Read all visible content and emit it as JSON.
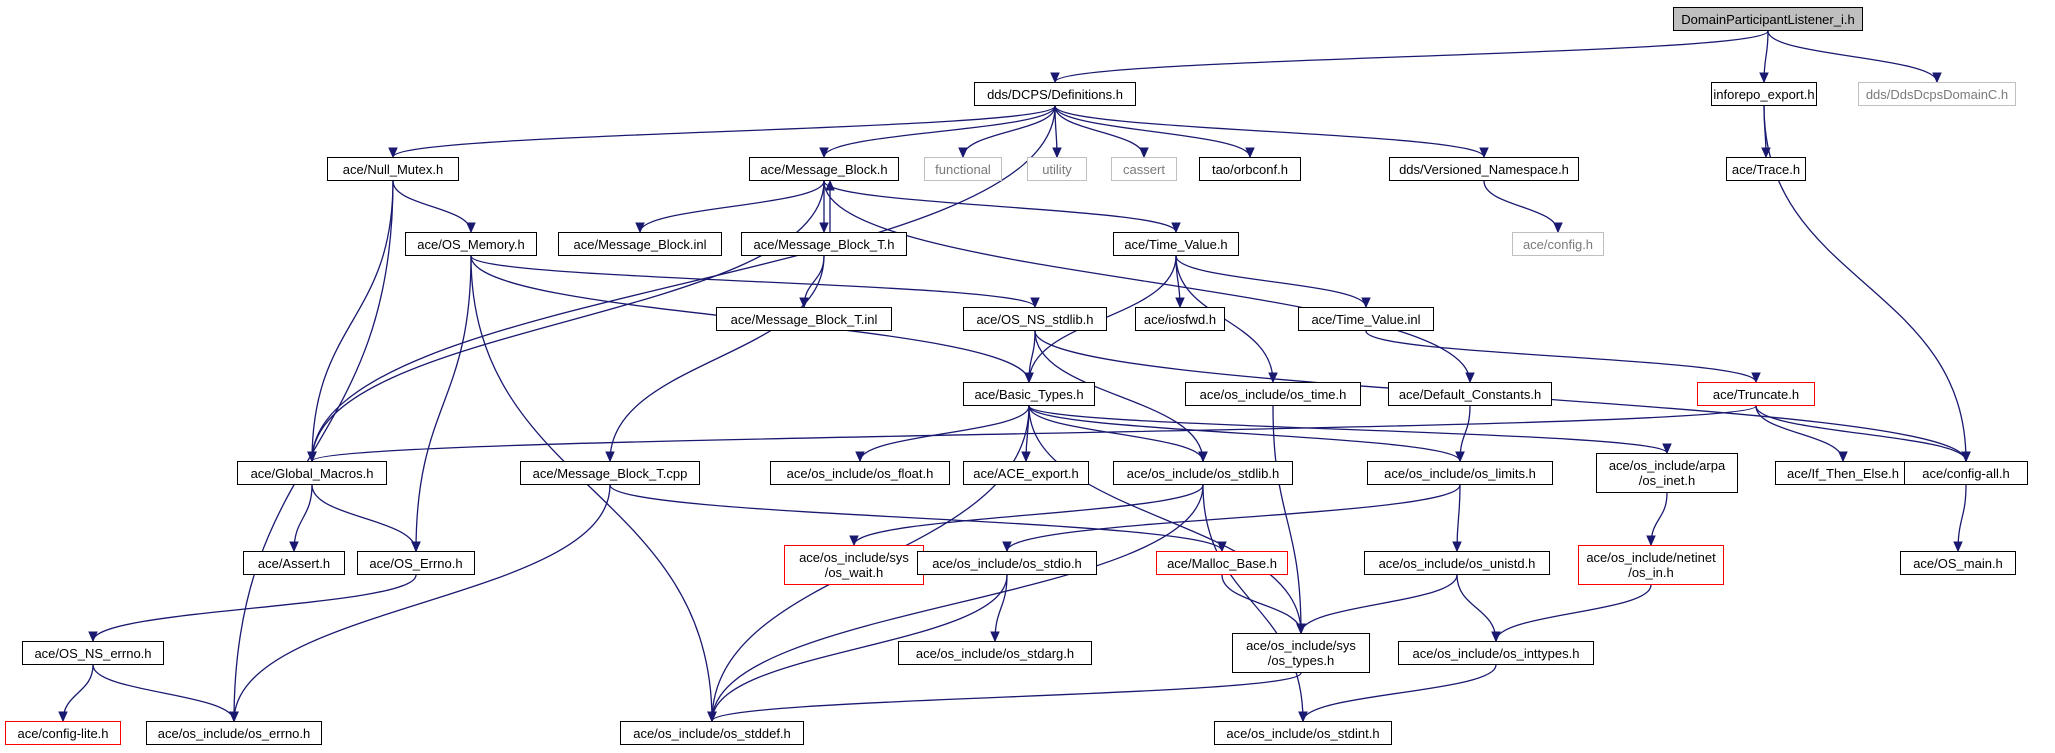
{
  "colors": {
    "edge": "#191970",
    "root_fill": "#bfbfbf",
    "normal_border": "#000000",
    "external_border": "#bfbfbf",
    "truncated_border": "#ff0000"
  },
  "nodes": [
    {
      "id": "root",
      "label": "DomainParticipantListener_i.h",
      "kind": "root"
    },
    {
      "id": "definitions",
      "label": "dds/DCPS/Definitions.h",
      "kind": "normal"
    },
    {
      "id": "inforepo_export",
      "label": "inforepo_export.h",
      "kind": "normal"
    },
    {
      "id": "ddsdcpsdomainc",
      "label": "dds/DdsDcpsDomainC.h",
      "kind": "external"
    },
    {
      "id": "null_mutex",
      "label": "ace/Null_Mutex.h",
      "kind": "normal"
    },
    {
      "id": "message_block",
      "label": "ace/Message_Block.h",
      "kind": "normal"
    },
    {
      "id": "functional",
      "label": "functional",
      "kind": "external"
    },
    {
      "id": "utility",
      "label": "utility",
      "kind": "external"
    },
    {
      "id": "cassert",
      "label": "cassert",
      "kind": "external"
    },
    {
      "id": "orbconf",
      "label": "tao/orbconf.h",
      "kind": "normal"
    },
    {
      "id": "versioned_ns",
      "label": "dds/Versioned_Namespace.h",
      "kind": "normal"
    },
    {
      "id": "trace",
      "label": "ace/Trace.h",
      "kind": "normal"
    },
    {
      "id": "config",
      "label": "ace/config.h",
      "kind": "external"
    },
    {
      "id": "os_memory",
      "label": "ace/OS_Memory.h",
      "kind": "normal"
    },
    {
      "id": "message_block_inl",
      "label": "ace/Message_Block.inl",
      "kind": "normal"
    },
    {
      "id": "message_block_t",
      "label": "ace/Message_Block_T.h",
      "kind": "normal"
    },
    {
      "id": "time_value",
      "label": "ace/Time_Value.h",
      "kind": "normal"
    },
    {
      "id": "message_block_t_inl",
      "label": "ace/Message_Block_T.inl",
      "kind": "normal"
    },
    {
      "id": "os_ns_stdlib",
      "label": "ace/OS_NS_stdlib.h",
      "kind": "normal"
    },
    {
      "id": "iosfwd",
      "label": "ace/iosfwd.h",
      "kind": "normal"
    },
    {
      "id": "time_value_inl",
      "label": "ace/Time_Value.inl",
      "kind": "normal"
    },
    {
      "id": "basic_types",
      "label": "ace/Basic_Types.h",
      "kind": "normal"
    },
    {
      "id": "os_time",
      "label": "ace/os_include/os_time.h",
      "kind": "normal"
    },
    {
      "id": "default_constants",
      "label": "ace/Default_Constants.h",
      "kind": "normal"
    },
    {
      "id": "truncate",
      "label": "ace/Truncate.h",
      "kind": "truncated"
    },
    {
      "id": "global_macros",
      "label": "ace/Global_Macros.h",
      "kind": "normal"
    },
    {
      "id": "message_block_t_cpp",
      "label": "ace/Message_Block_T.cpp",
      "kind": "normal"
    },
    {
      "id": "os_float",
      "label": "ace/os_include/os_float.h",
      "kind": "normal"
    },
    {
      "id": "ace_export",
      "label": "ace/ACE_export.h",
      "kind": "normal"
    },
    {
      "id": "os_stdlib",
      "label": "ace/os_include/os_stdlib.h",
      "kind": "normal"
    },
    {
      "id": "os_limits",
      "label": "ace/os_include/os_limits.h",
      "kind": "normal"
    },
    {
      "id": "os_inet",
      "label": "ace/os_include/arpa\n/os_inet.h",
      "kind": "normal"
    },
    {
      "id": "if_then_else",
      "label": "ace/If_Then_Else.h",
      "kind": "normal"
    },
    {
      "id": "config_all",
      "label": "ace/config-all.h",
      "kind": "normal"
    },
    {
      "id": "assert",
      "label": "ace/Assert.h",
      "kind": "normal"
    },
    {
      "id": "os_errno_h",
      "label": "ace/OS_Errno.h",
      "kind": "normal"
    },
    {
      "id": "os_wait",
      "label": "ace/os_include/sys\n/os_wait.h",
      "kind": "truncated"
    },
    {
      "id": "os_stdio",
      "label": "ace/os_include/os_stdio.h",
      "kind": "normal"
    },
    {
      "id": "malloc_base",
      "label": "ace/Malloc_Base.h",
      "kind": "truncated"
    },
    {
      "id": "os_unistd",
      "label": "ace/os_include/os_unistd.h",
      "kind": "normal"
    },
    {
      "id": "os_in",
      "label": "ace/os_include/netinet\n/os_in.h",
      "kind": "truncated"
    },
    {
      "id": "os_main",
      "label": "ace/OS_main.h",
      "kind": "normal"
    },
    {
      "id": "os_ns_errno",
      "label": "ace/OS_NS_errno.h",
      "kind": "normal"
    },
    {
      "id": "os_stdarg",
      "label": "ace/os_include/os_stdarg.h",
      "kind": "normal"
    },
    {
      "id": "os_types",
      "label": "ace/os_include/sys\n/os_types.h",
      "kind": "normal"
    },
    {
      "id": "os_inttypes",
      "label": "ace/os_include/os_inttypes.h",
      "kind": "normal"
    },
    {
      "id": "config_lite",
      "label": "ace/config-lite.h",
      "kind": "truncated"
    },
    {
      "id": "os_errno_inc",
      "label": "ace/os_include/os_errno.h",
      "kind": "normal"
    },
    {
      "id": "os_stddef",
      "label": "ace/os_include/os_stddef.h",
      "kind": "normal"
    },
    {
      "id": "os_stdint",
      "label": "ace/os_include/os_stdint.h",
      "kind": "normal"
    }
  ],
  "edges": [
    [
      "root",
      "definitions"
    ],
    [
      "root",
      "inforepo_export"
    ],
    [
      "root",
      "ddsdcpsdomainc"
    ],
    [
      "definitions",
      "null_mutex"
    ],
    [
      "definitions",
      "message_block"
    ],
    [
      "definitions",
      "functional"
    ],
    [
      "definitions",
      "utility"
    ],
    [
      "definitions",
      "cassert"
    ],
    [
      "definitions",
      "orbconf"
    ],
    [
      "definitions",
      "versioned_ns"
    ],
    [
      "definitions",
      "global_macros"
    ],
    [
      "inforepo_export",
      "trace"
    ],
    [
      "inforepo_export",
      "config_all"
    ],
    [
      "versioned_ns",
      "config"
    ],
    [
      "null_mutex",
      "os_memory"
    ],
    [
      "null_mutex",
      "global_macros"
    ],
    [
      "null_mutex",
      "os_errno_inc"
    ],
    [
      "message_block",
      "message_block_inl"
    ],
    [
      "message_block",
      "message_block_t"
    ],
    [
      "message_block",
      "time_value"
    ],
    [
      "message_block",
      "default_constants"
    ],
    [
      "message_block",
      "global_macros"
    ],
    [
      "message_block_t",
      "message_block"
    ],
    [
      "message_block_t",
      "message_block_t_inl"
    ],
    [
      "message_block_t",
      "message_block_t_cpp"
    ],
    [
      "os_memory",
      "os_ns_stdlib"
    ],
    [
      "os_memory",
      "basic_types"
    ],
    [
      "os_memory",
      "os_errno_h"
    ],
    [
      "os_memory",
      "os_stddef"
    ],
    [
      "time_value",
      "iosfwd"
    ],
    [
      "time_value",
      "time_value_inl"
    ],
    [
      "time_value",
      "os_time"
    ],
    [
      "time_value",
      "basic_types"
    ],
    [
      "time_value_inl",
      "truncate"
    ],
    [
      "os_ns_stdlib",
      "basic_types"
    ],
    [
      "os_ns_stdlib",
      "os_stdlib"
    ],
    [
      "os_ns_stdlib",
      "config_all"
    ],
    [
      "basic_types",
      "os_float"
    ],
    [
      "basic_types",
      "ace_export"
    ],
    [
      "basic_types",
      "os_stdlib"
    ],
    [
      "basic_types",
      "os_limits"
    ],
    [
      "basic_types",
      "os_inet"
    ],
    [
      "basic_types",
      "os_types"
    ],
    [
      "basic_types",
      "os_stddef"
    ],
    [
      "os_time",
      "os_types"
    ],
    [
      "default_constants",
      "os_limits"
    ],
    [
      "truncate",
      "global_macros"
    ],
    [
      "truncate",
      "if_then_else"
    ],
    [
      "truncate",
      "config_all"
    ],
    [
      "global_macros",
      "assert"
    ],
    [
      "global_macros",
      "os_errno_h"
    ],
    [
      "message_block_t_cpp",
      "malloc_base"
    ],
    [
      "message_block_t_cpp",
      "os_errno_inc"
    ],
    [
      "os_stdlib",
      "os_wait"
    ],
    [
      "os_stdlib",
      "os_stddef"
    ],
    [
      "os_stdlib",
      "os_stdint"
    ],
    [
      "os_limits",
      "os_unistd"
    ],
    [
      "os_limits",
      "os_stdio"
    ],
    [
      "os_inet",
      "os_in"
    ],
    [
      "config_all",
      "os_main"
    ],
    [
      "os_errno_h",
      "os_ns_errno"
    ],
    [
      "os_stdio",
      "os_stdarg"
    ],
    [
      "os_stdio",
      "os_stddef"
    ],
    [
      "malloc_base",
      "os_types"
    ],
    [
      "os_unistd",
      "os_types"
    ],
    [
      "os_unistd",
      "os_inttypes"
    ],
    [
      "os_in",
      "os_inttypes"
    ],
    [
      "os_ns_errno",
      "config_lite"
    ],
    [
      "os_ns_errno",
      "os_errno_inc"
    ],
    [
      "os_types",
      "os_stddef"
    ],
    [
      "os_inttypes",
      "os_stdint"
    ]
  ]
}
